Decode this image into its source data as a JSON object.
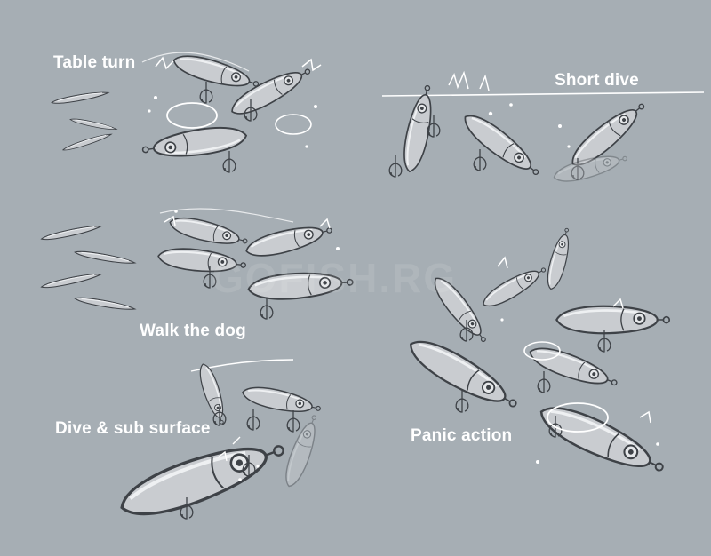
{
  "labels": {
    "table_turn": "Table turn",
    "short_dive": "Short dive",
    "walk_the_dog": "Walk the dog",
    "dive_sub_surface": "Dive & sub surface",
    "panic_action": "Panic action"
  },
  "watermark": "GOFISH.RG",
  "colors": {
    "background": "#a6aeb4",
    "lure_fill": "#c9ccd0",
    "outline": "#3e4247",
    "splash": "#ffffff",
    "label": "#ffffff"
  }
}
